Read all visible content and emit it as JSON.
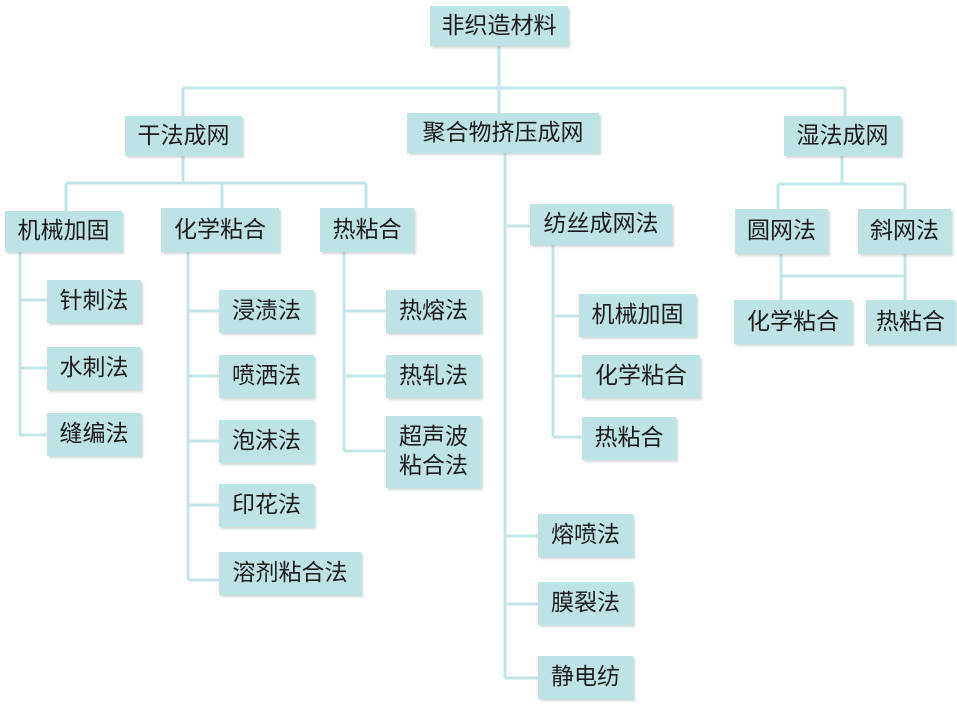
{
  "diagram": {
    "root": "非织造材料",
    "branches": {
      "dry": "干法成网",
      "polymer": "聚合物挤压成网",
      "wet": "湿法成网"
    },
    "dry": {
      "mech": {
        "label": "机械加固",
        "children": [
          "针刺法",
          "水刺法",
          "缝编法"
        ]
      },
      "chem": {
        "label": "化学粘合",
        "children": [
          "浸渍法",
          "喷洒法",
          "泡沫法",
          "印花法",
          "溶剂粘合法"
        ]
      },
      "heat": {
        "label": "热粘合",
        "children": [
          "热熔法",
          "热轧法",
          "超声波\n粘合法"
        ]
      }
    },
    "polymer": {
      "spin": {
        "label": "纺丝成网法",
        "children": [
          "机械加固",
          "化学粘合",
          "热粘合"
        ]
      },
      "others": [
        "熔喷法",
        "膜裂法",
        "静电纺"
      ]
    },
    "wet": {
      "methods": [
        "圆网法",
        "斜网法"
      ],
      "bonding": [
        "化学粘合",
        "热粘合"
      ]
    }
  }
}
